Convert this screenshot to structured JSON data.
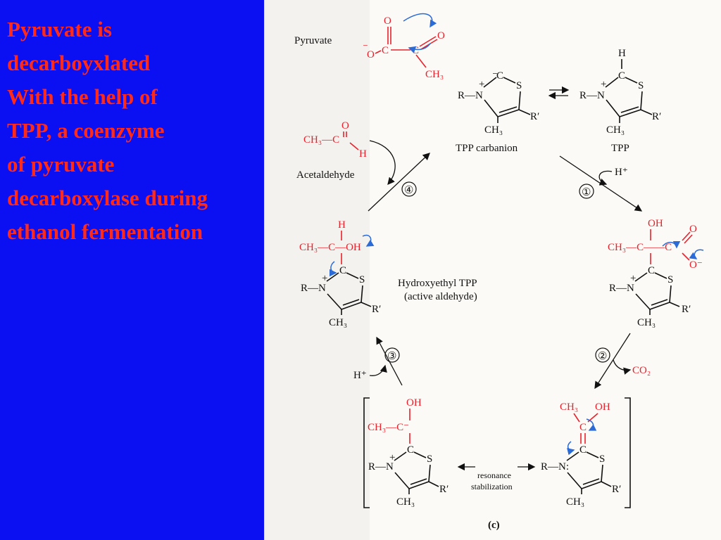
{
  "slide": {
    "lines": [
      "Pyruvate is",
      "decarboyxlated",
      "With the help of",
      "TPP, a coenzyme",
      "of pyruvate",
      "decarboxylase during",
      "ethanol fermentation"
    ]
  },
  "figure": {
    "pyruvate_label": "Pyruvate",
    "tpp_carbanion_label": "TPP carbanion",
    "tpp_label": "TPP",
    "acetaldehyde_label": "Acetaldehyde",
    "hydroxyethyl_label": "Hydroxyethyl TPP",
    "active_aldehyde_label": "(active aldehyde)",
    "co2_label": "CO₂",
    "resonance_label_1": "resonance",
    "resonance_label_2": "stabilization",
    "panel_label": "(c)",
    "steps": [
      "①",
      "②",
      "③",
      "④"
    ],
    "h_plus": "H⁺"
  }
}
